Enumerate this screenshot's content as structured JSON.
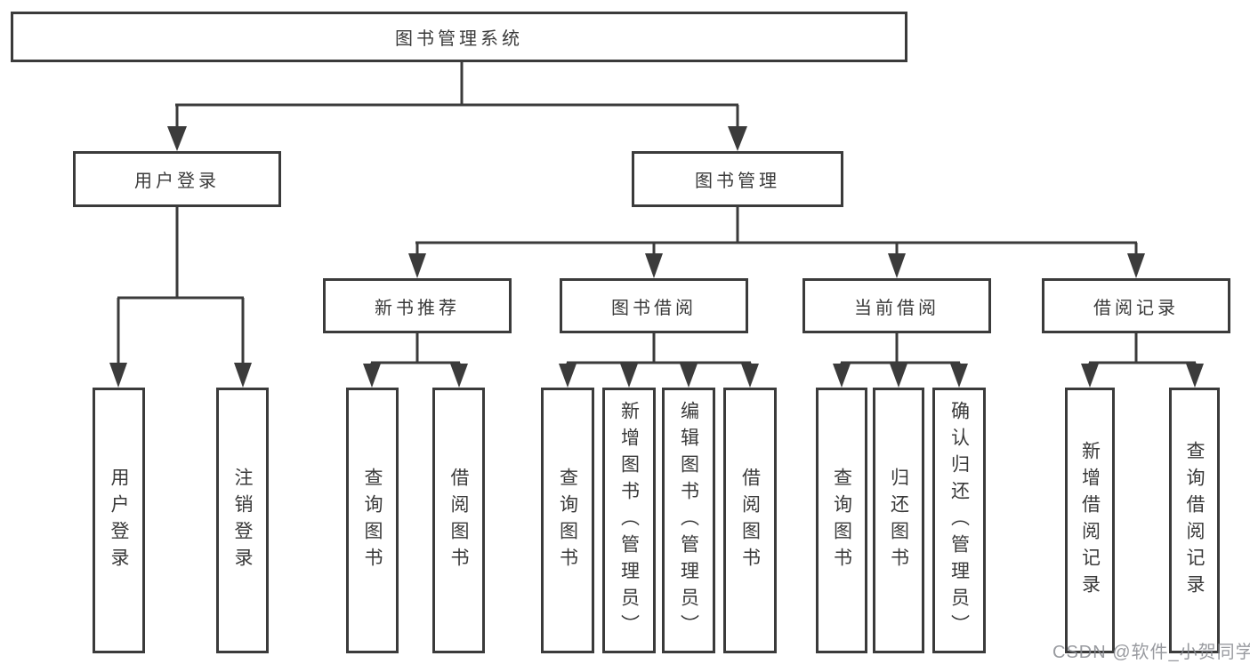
{
  "diagram": {
    "title": "图书管理系统",
    "root": {
      "label": "图书管理系统"
    },
    "level2": [
      {
        "label": "用户登录"
      },
      {
        "label": "图书管理"
      }
    ],
    "level3": [
      {
        "label": "新书推荐"
      },
      {
        "label": "图书借阅"
      },
      {
        "label": "当前借阅"
      },
      {
        "label": "借阅记录"
      }
    ],
    "leaves": {
      "user_login": [
        {
          "label": "用户登录"
        },
        {
          "label": "注销登录"
        }
      ],
      "new_book_rec": [
        {
          "label": "查询图书"
        },
        {
          "label": "借阅图书"
        }
      ],
      "book_borrow": [
        {
          "label": "查询图书"
        },
        {
          "label": "新增图书（管理员）"
        },
        {
          "label": "编辑图书（管理员）"
        },
        {
          "label": "借阅图书"
        }
      ],
      "current_borrow": [
        {
          "label": "查询图书"
        },
        {
          "label": "归还图书"
        },
        {
          "label": "确认归还（管理员）"
        }
      ],
      "borrow_records": [
        {
          "label": "新增借阅记录"
        },
        {
          "label": "查询借阅记录"
        }
      ]
    },
    "colors": {
      "line": "#3b3b3b",
      "text": "#3a3a3a",
      "background": "#ffffff",
      "watermark": "#878a8f"
    }
  },
  "watermark": {
    "text": "CSDN @软件_小贺同学"
  }
}
